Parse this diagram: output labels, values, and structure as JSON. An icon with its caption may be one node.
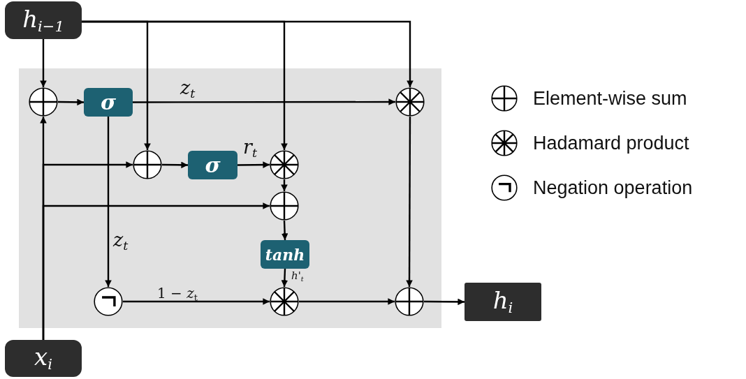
{
  "diagram": {
    "nodes": [
      {
        "text": [
          "h$_{i−1}$"
        ]
      },
      {
        "text": [],
        "shape": "box"
      },
      {
        "text": [],
        "shape": "circle",
        "in": 1
      },
      {
        "text": [
          "σ"
        ],
        "in": 1
      },
      {
        "text": [],
        "shape": "circle",
        "in": 1
      },
      {
        "text": [],
        "shape": "circle",
        "in": 1
      },
      {
        "text": [
          "σ"
        ],
        "in": 1
      },
      {
        "text": [],
        "shape": "circle",
        "in": 1
      },
      {
        "text": [],
        "shape": "circle",
        "in": 1
      },
      {
        "text": [
          "tanh"
        ],
        "in": 1
      },
      {
        "text": [],
        "shape": "circle",
        "in": 1
      },
      {
        "text": [],
        "shape": "circle",
        "in": 1
      },
      {
        "text": [],
        "shape": "circle",
        "in": 1
      },
      {
        "text": [
          "h$_{i}$"
        ]
      },
      {
        "text": [
          "x$_{i}$"
        ]
      }
    ],
    "edges": [
      {
        "from": 0,
        "to": 2,
        "arrow": "to"
      },
      {
        "from": 0,
        "to": 5,
        "arrow": "to"
      },
      {
        "from": 0,
        "to": 7,
        "arrow": "to"
      },
      {
        "from": 0,
        "to": 4,
        "arrow": "to"
      },
      {
        "from": 14,
        "to": 2,
        "arrow": "to"
      },
      {
        "from": 14,
        "to": 5,
        "arrow": "to"
      },
      {
        "from": 14,
        "to": 8,
        "arrow": "to"
      },
      {
        "from": 2,
        "to": 3,
        "arrow": "to"
      },
      {
        "from": 3,
        "to": 4,
        "arrow": "to",
        "label": "z$_{t}$"
      },
      {
        "from": 3,
        "to": 10,
        "arrow": "to",
        "label": "z$_{t}$"
      },
      {
        "from": 5,
        "to": 6,
        "arrow": "to"
      },
      {
        "from": 6,
        "to": 7,
        "arrow": "to",
        "label": "r$_{t}$"
      },
      {
        "from": 7,
        "to": 8,
        "arrow": "to"
      },
      {
        "from": 8,
        "to": 9,
        "arrow": "to"
      },
      {
        "from": 9,
        "to": 11,
        "arrow": "to",
        "label": "h'$_{t}$"
      },
      {
        "from": 10,
        "to": 11,
        "arrow": "to",
        "label": "1 − *z*$_{t}$"
      },
      {
        "from": 4,
        "to": 12,
        "arrow": "to"
      },
      {
        "from": 11,
        "to": 12,
        "arrow": "to"
      },
      {
        "from": 12,
        "to": 13,
        "arrow": "to"
      }
    ],
    "legend": [
      {
        "text": "Element-wise sum"
      },
      {
        "text": "Hadamard product"
      },
      {
        "text": "Negation operation"
      }
    ]
  }
}
